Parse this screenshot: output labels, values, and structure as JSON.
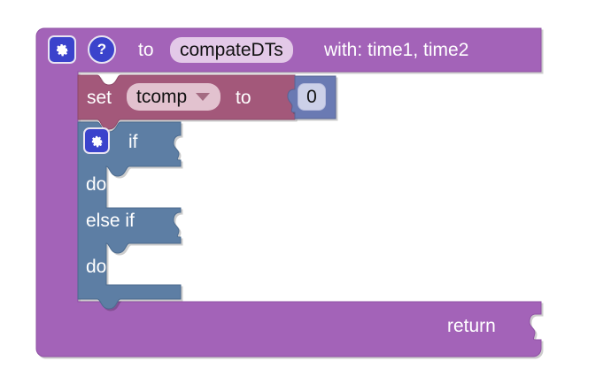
{
  "workspace": {
    "background_color": "#ffffff",
    "block_type": "procedure-definition-with-return"
  },
  "colors": {
    "procedure_purple": "#a364b8",
    "procedure_purple_dark": "#8f51a4",
    "set_variable_mauve": "#a3597a",
    "control_slate_blue": "#5d7ea4",
    "math_blue": "#6a7ab3",
    "mutator_blue": "#3b43cc",
    "name_field_bg": "#e3c9e8",
    "dropdown_field_bg": "#e2c2cf",
    "number_field_bg": "#ccd0e8",
    "label_text": "#ffffff",
    "field_text": "#111111"
  },
  "header": {
    "gear_icon": "gear-icon",
    "help_icon": "question-mark-icon",
    "to_label": "to",
    "procedure_name": "compateDTs",
    "with_label": "with: time1, time2"
  },
  "set_block": {
    "set_label": "set",
    "variable_name": "tcomp",
    "dropdown_icon": "chevron-down-icon",
    "to_label": "to",
    "value_block": {
      "type": "math-number",
      "value": "0"
    }
  },
  "if_block": {
    "gear_icon": "gear-icon",
    "rows": [
      {
        "label": "if",
        "kind": "value-input",
        "filled": false
      },
      {
        "label": "do",
        "kind": "statement-input",
        "filled": false
      },
      {
        "label": "else if",
        "kind": "value-input",
        "filled": false
      },
      {
        "label": "do",
        "kind": "statement-input",
        "filled": false
      }
    ]
  },
  "return_block": {
    "return_label": "return",
    "socket": "empty-value-socket"
  }
}
